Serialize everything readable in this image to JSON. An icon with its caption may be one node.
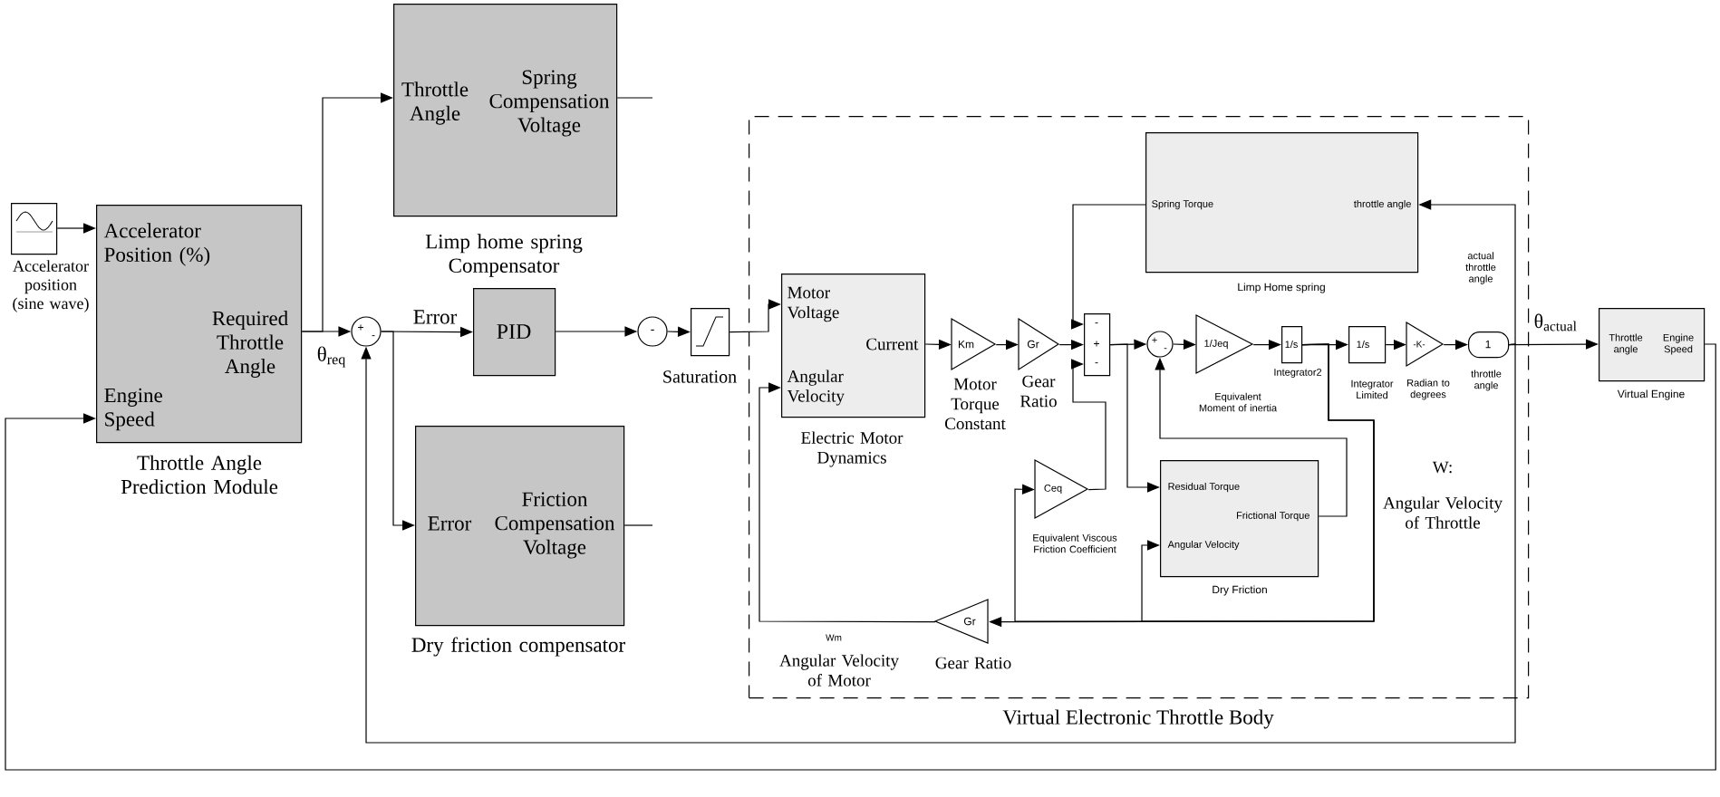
{
  "diagram": {
    "nodes": [
      {
        "text": [],
        "shape": "box",
        "beside": [
          "Accelerator position (sine wave)"
        ]
      },
      {
        "text": [
          "Accelerator Position (%)",
          "Required Throttle Angle",
          "Engine Speed"
        ],
        "beside": [
          "Throttle Angle Prediction Module"
        ]
      },
      {
        "text": [
          "+",
          "-"
        ]
      },
      {
        "text": [
          "Throttle Angle",
          "Spring Compensation Voltage"
        ],
        "beside": [
          "Limp home spring Compensator"
        ]
      },
      {
        "text": [
          "PID"
        ]
      },
      {
        "text": [
          "Error",
          "Friction Compensation Voltage"
        ],
        "beside": [
          "Dry friction compensator"
        ]
      },
      {
        "text": [
          "-"
        ]
      },
      {
        "text": [],
        "shape": "box",
        "beside": [
          "Saturation"
        ]
      },
      {
        "text": [
          "Virtual Electronic Throttle Body"
        ]
      },
      {
        "text": [
          "Motor Voltage",
          "Current",
          "Angular Velocity"
        ],
        "beside": [
          "Electric Motor Dynamics"
        ],
        "in": 8
      },
      {
        "text": [
          "Km"
        ],
        "beside": [
          "Motor Torque Constant"
        ],
        "in": 8
      },
      {
        "text": [
          "Gr"
        ],
        "beside": [
          "Gear Ratio"
        ],
        "in": 8
      },
      {
        "text": [
          "-",
          "+",
          "-"
        ],
        "in": 8
      },
      {
        "text": [
          "Spring Torque",
          "throttle angle"
        ],
        "beside": [
          "Limp Home spring"
        ],
        "in": 8
      },
      {
        "text": [
          "+",
          "-"
        ],
        "in": 8
      },
      {
        "text": [
          "1/Jeq"
        ],
        "beside": [
          "Equivalent Moment of inertia"
        ],
        "in": 8
      },
      {
        "text": [
          "1/s"
        ],
        "beside": [
          "Integrator2"
        ],
        "in": 8
      },
      {
        "text": [
          "1/s"
        ],
        "beside": [
          "Integrator Limited"
        ],
        "in": 8
      },
      {
        "text": [
          "-K-"
        ],
        "beside": [
          "Radian to degrees"
        ],
        "in": 8
      },
      {
        "text": [
          "1"
        ],
        "beside": [
          "throttle angle"
        ],
        "in": 8
      },
      {
        "text": [
          "Ceq"
        ],
        "beside": [
          "Equivalent Viscous Friction Coefficient"
        ],
        "in": 8
      },
      {
        "text": [
          "Residual Torque",
          "Frictional Torque",
          "Angular Velocity"
        ],
        "beside": [
          "Dry Friction"
        ],
        "in": 8
      },
      {
        "text": [
          "Gr"
        ],
        "beside": [
          "Gear Ratio"
        ],
        "in": 8
      },
      {
        "text": [
          "Throttle angle",
          "Engine Speed"
        ],
        "beside": [
          "Virtual Engine"
        ]
      }
    ],
    "edges": [
      {
        "from": 0,
        "to": 1,
        "arrow": "to"
      },
      {
        "from": 1,
        "to": 2,
        "arrow": "to"
      },
      {
        "from": 1,
        "to": 3,
        "arrow": "to"
      },
      {
        "from": 2,
        "to": 4,
        "arrow": "to",
        "label": "Error"
      },
      {
        "from": 2,
        "to": 5,
        "arrow": "to"
      },
      {
        "from": 4,
        "to": 6,
        "arrow": "to"
      },
      {
        "from": 3,
        "to": null,
        "arrow": "none"
      },
      {
        "from": 5,
        "to": null,
        "arrow": "none"
      },
      {
        "from": 6,
        "to": 7,
        "arrow": "to"
      },
      {
        "from": 7,
        "to": 9,
        "arrow": "to"
      },
      {
        "from": 9,
        "to": 10,
        "arrow": "to"
      },
      {
        "from": 10,
        "to": 11,
        "arrow": "to"
      },
      {
        "from": 11,
        "to": 12,
        "arrow": "to"
      },
      {
        "from": 13,
        "to": 12,
        "arrow": "to"
      },
      {
        "from": 20,
        "to": 12,
        "arrow": "to"
      },
      {
        "from": 12,
        "to": 14,
        "arrow": "to"
      },
      {
        "from": 12,
        "to": 21,
        "arrow": "to"
      },
      {
        "from": 14,
        "to": 15,
        "arrow": "to"
      },
      {
        "from": 15,
        "to": 16,
        "arrow": "to"
      },
      {
        "from": 16,
        "to": 17,
        "arrow": "to"
      },
      {
        "from": 21,
        "to": 14,
        "arrow": "to"
      },
      {
        "from": 17,
        "to": 18,
        "arrow": "to"
      },
      {
        "from": 18,
        "to": 19,
        "arrow": "to"
      },
      {
        "from": 19,
        "to": 13,
        "arrow": "to"
      },
      {
        "from": 19,
        "to": 23,
        "arrow": "to"
      },
      {
        "from": 16,
        "to": 22,
        "arrow": "to"
      },
      {
        "from": 22,
        "to": 9,
        "arrow": "to"
      },
      {
        "from": 16,
        "to": 20,
        "arrow": "to"
      },
      {
        "from": 16,
        "to": 21,
        "arrow": "to"
      },
      {
        "from": 23,
        "to": 1,
        "arrow": "to"
      },
      {
        "from": 19,
        "to": 2,
        "arrow": "to"
      }
    ],
    "labels": [
      "θ$_{req}$",
      "actual throttle angle",
      "θ$_{actual}$",
      "W:",
      "Angular Velocity of Throttle",
      "Wm",
      "Angular Velocity of Motor"
    ]
  }
}
